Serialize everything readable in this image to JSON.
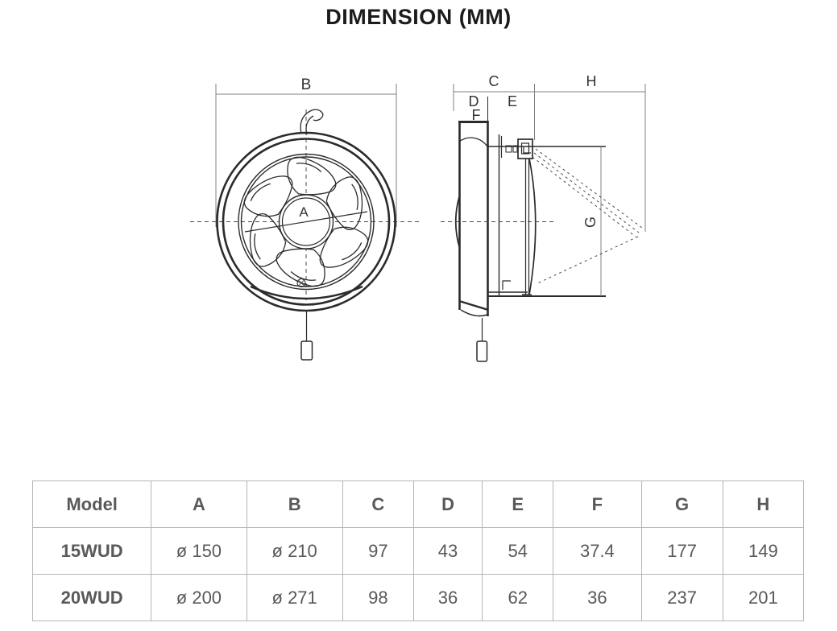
{
  "title": "DIMENSION (MM)",
  "diagram": {
    "labels": {
      "a": "A",
      "b": "B",
      "c": "C",
      "d": "D",
      "e": "E",
      "f": "F",
      "g": "G",
      "h": "H"
    }
  },
  "table": {
    "headers": [
      "Model",
      "A",
      "B",
      "C",
      "D",
      "E",
      "F",
      "G",
      "H"
    ],
    "rows": [
      {
        "model": "15WUD",
        "values": [
          "ø 150",
          "ø 210",
          "97",
          "43",
          "54",
          "37.4",
          "177",
          "149"
        ]
      },
      {
        "model": "20WUD",
        "values": [
          "ø 200",
          "ø 271",
          "98",
          "36",
          "62",
          "36",
          "237",
          "201"
        ]
      }
    ]
  },
  "colors": {
    "drawing_line": "#2b2b2b",
    "dimension_line": "#808080",
    "dashed_line": "#4a4a4a",
    "table_border": "#b5b5b5",
    "table_text": "#58595b",
    "title_text": "#1c1c1c"
  }
}
